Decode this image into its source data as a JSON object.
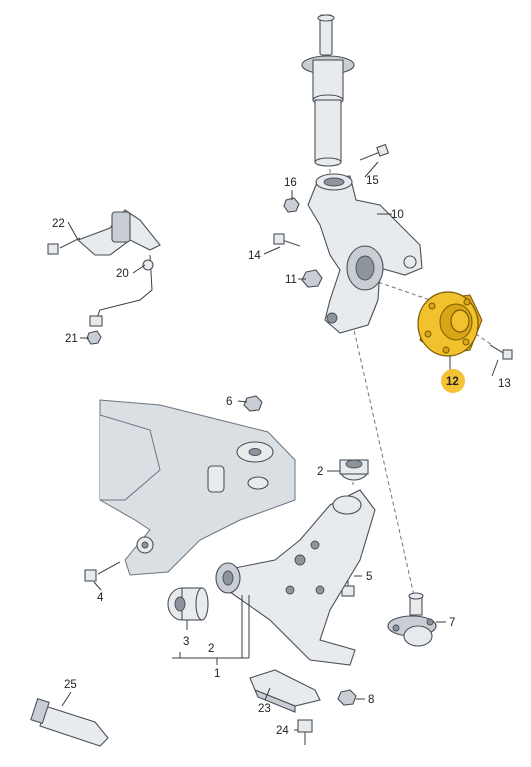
{
  "colors": {
    "highlight_part": "#f2c12e",
    "highlight_badge": "#f4c233",
    "line_art": "#4a4f57",
    "part_fill": "#e8ebee"
  },
  "callouts": [
    {
      "id": "c1",
      "text": "1"
    },
    {
      "id": "c2a",
      "text": "2"
    },
    {
      "id": "c2b",
      "text": "2"
    },
    {
      "id": "c3",
      "text": "3"
    },
    {
      "id": "c4",
      "text": "4"
    },
    {
      "id": "c5",
      "text": "5"
    },
    {
      "id": "c6",
      "text": "6"
    },
    {
      "id": "c7",
      "text": "7"
    },
    {
      "id": "c8",
      "text": "8"
    },
    {
      "id": "c10",
      "text": "10"
    },
    {
      "id": "c11",
      "text": "11"
    },
    {
      "id": "c12",
      "text": "12",
      "highlighted": true
    },
    {
      "id": "c13",
      "text": "13"
    },
    {
      "id": "c14",
      "text": "14"
    },
    {
      "id": "c15",
      "text": "15"
    },
    {
      "id": "c16",
      "text": "16"
    },
    {
      "id": "c20",
      "text": "20"
    },
    {
      "id": "c21",
      "text": "21"
    },
    {
      "id": "c22",
      "text": "22"
    },
    {
      "id": "c23",
      "text": "23"
    },
    {
      "id": "c24",
      "text": "24"
    },
    {
      "id": "c25",
      "text": "25"
    }
  ]
}
